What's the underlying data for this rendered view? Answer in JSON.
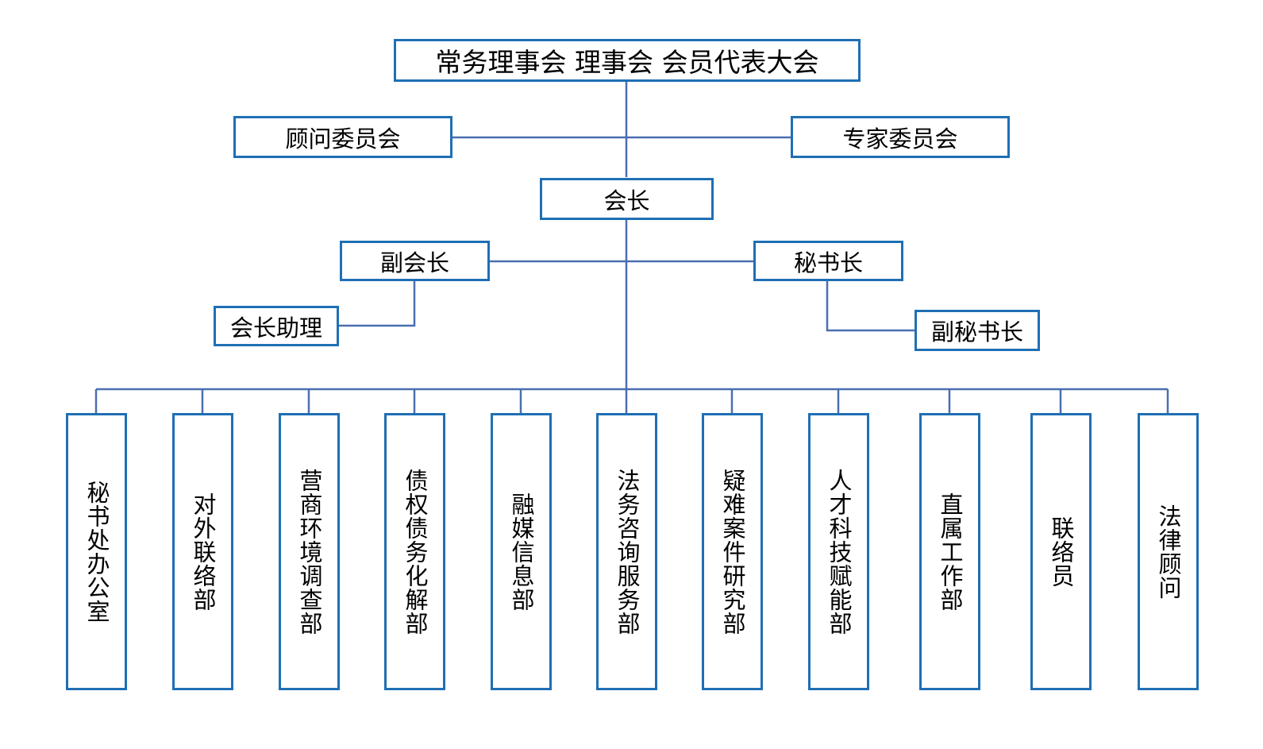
{
  "colors": {
    "box_border": "#1f6fb4",
    "connector": "#4a6fb0"
  },
  "top": {
    "label": "常务理事会 理事会 会员代表大会"
  },
  "committees": {
    "advisory": "顾问委员会",
    "expert": "专家委员会"
  },
  "president": {
    "label": "会长"
  },
  "vice_president": {
    "label": "副会长"
  },
  "president_assistant": {
    "label": "会长助理"
  },
  "secretary_general": {
    "label": "秘书长"
  },
  "deputy_secretary_general": {
    "label": "副秘书长"
  },
  "departments": [
    {
      "label": "秘书处办公室"
    },
    {
      "label": "对外联络部"
    },
    {
      "label": "营商环境调查部"
    },
    {
      "label": "债权债务化解部"
    },
    {
      "label": "融媒信息部"
    },
    {
      "label": "法务咨询服务部"
    },
    {
      "label": "疑难案件研究部"
    },
    {
      "label": "人才科技赋能部"
    },
    {
      "label": "直属工作部"
    },
    {
      "label": "联络员"
    },
    {
      "label": "法律顾问"
    }
  ]
}
